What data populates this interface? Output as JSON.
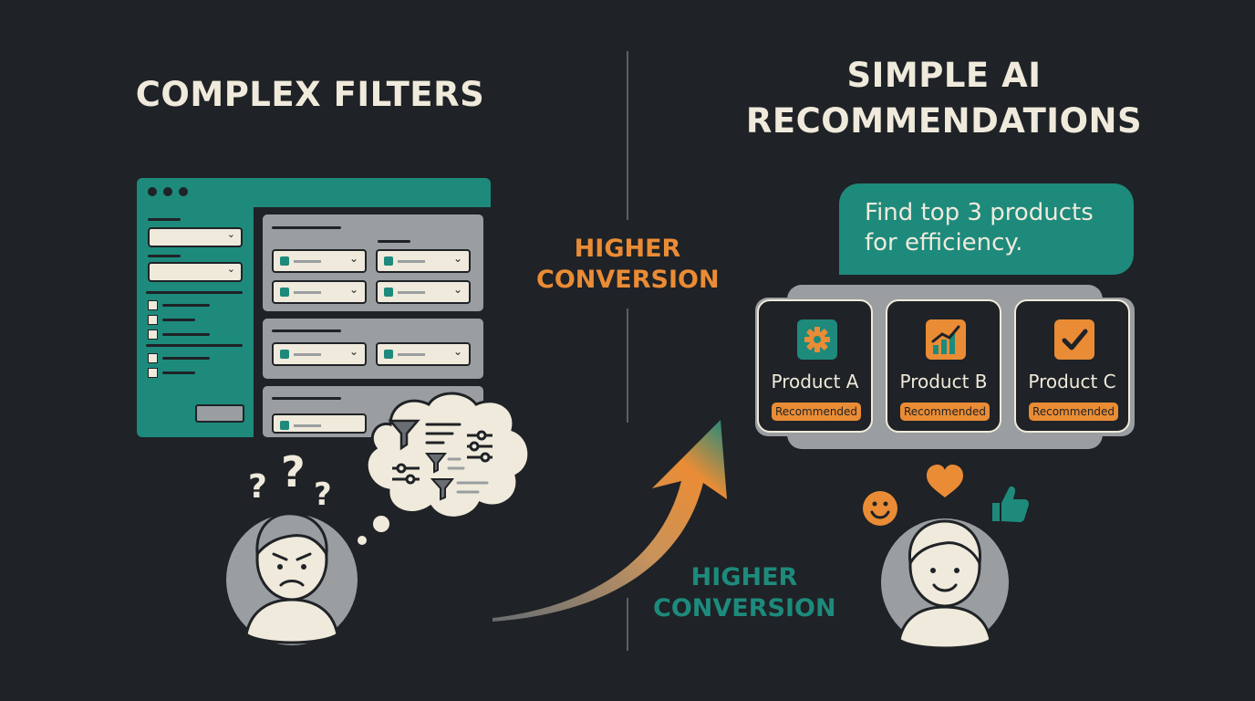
{
  "left": {
    "title": "COMPLEX FILTERS"
  },
  "right": {
    "title_line1": "SIMPLE AI",
    "title_line2": "RECOMMENDATIONS",
    "prompt_line1": "Find top 3 products",
    "prompt_line2": "for efficiency.",
    "products": [
      {
        "name": "Product A",
        "badge": "Recommended",
        "icon": "gear-icon"
      },
      {
        "name": "Product B",
        "badge": "Recommended",
        "icon": "bar-chart-icon"
      },
      {
        "name": "Product C",
        "badge": "Recommended",
        "icon": "checkmark-icon"
      }
    ]
  },
  "center": {
    "top_line1": "HIGHER",
    "top_line2": "CONVERSION",
    "bottom_line1": "HIGHER",
    "bottom_line2": "CONVERSION"
  },
  "colors": {
    "background": "#1f2226",
    "teal": "#1d8a7c",
    "orange": "#ea8c35",
    "cream": "#efeadb",
    "gray": "#9a9ea1"
  },
  "icons": {
    "confused": "question-marks-icon",
    "happy": [
      "smiley-icon",
      "heart-icon",
      "thumbs-up-icon"
    ],
    "thought": [
      "funnel-icon",
      "slider-icon",
      "list-icon"
    ],
    "arrow": "trend-arrow-icon"
  }
}
